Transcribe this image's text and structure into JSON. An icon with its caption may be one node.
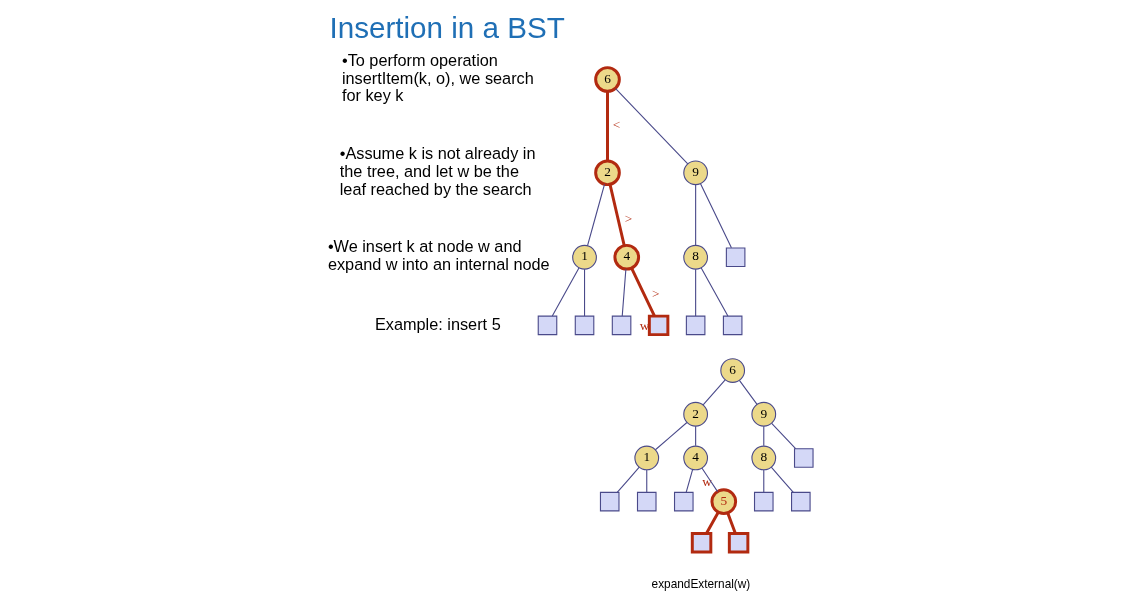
{
  "diagram": {
    "title": "Insertion in a BST",
    "nodes": [
      {
        "text": [
          "6"
        ]
      },
      {
        "text": [
          "2"
        ]
      },
      {
        "text": [
          "9"
        ]
      },
      {
        "text": [
          "1"
        ]
      },
      {
        "text": [
          "4"
        ]
      },
      {
        "text": [
          "8"
        ]
      },
      {
        "text": [],
        "shape": "box"
      },
      {
        "text": [],
        "shape": "box"
      },
      {
        "text": [],
        "shape": "box"
      },
      {
        "text": [],
        "shape": "box"
      },
      {
        "text": [],
        "shape": "box",
        "beside": [
          "w"
        ]
      },
      {
        "text": [],
        "shape": "box"
      },
      {
        "text": [],
        "shape": "box"
      },
      {
        "text": [
          "6"
        ]
      },
      {
        "text": [
          "2"
        ]
      },
      {
        "text": [
          "9"
        ]
      },
      {
        "text": [
          "1"
        ]
      },
      {
        "text": [
          "4"
        ]
      },
      {
        "text": [
          "8"
        ]
      },
      {
        "text": [],
        "shape": "box"
      },
      {
        "text": [],
        "shape": "box"
      },
      {
        "text": [],
        "shape": "box"
      },
      {
        "text": [],
        "shape": "box"
      },
      {
        "text": [
          "5"
        ],
        "beside": [
          "w"
        ]
      },
      {
        "text": [],
        "shape": "box"
      },
      {
        "text": [],
        "shape": "box"
      },
      {
        "text": [],
        "shape": "box"
      },
      {
        "text": [],
        "shape": "box"
      }
    ],
    "edges": [
      {
        "from": 0,
        "to": 1,
        "arrow": "none",
        "label": "<",
        "style": "thick",
        "color": "#b22a10"
      },
      {
        "from": 0,
        "to": 2,
        "arrow": "none"
      },
      {
        "from": 1,
        "to": 3,
        "arrow": "none"
      },
      {
        "from": 1,
        "to": 4,
        "arrow": "none",
        "label": ">",
        "style": "thick",
        "color": "#b22a10"
      },
      {
        "from": 2,
        "to": 5,
        "arrow": "none"
      },
      {
        "from": 2,
        "to": 6,
        "arrow": "none"
      },
      {
        "from": 3,
        "to": 7,
        "arrow": "none"
      },
      {
        "from": 3,
        "to": 8,
        "arrow": "none"
      },
      {
        "from": 4,
        "to": 9,
        "arrow": "none"
      },
      {
        "from": 4,
        "to": 10,
        "arrow": "none",
        "label": ">",
        "style": "thick",
        "color": "#b22a10"
      },
      {
        "from": 5,
        "to": 11,
        "arrow": "none"
      },
      {
        "from": 5,
        "to": 12,
        "arrow": "none"
      },
      {
        "from": 13,
        "to": 14,
        "arrow": "none"
      },
      {
        "from": 13,
        "to": 15,
        "arrow": "none"
      },
      {
        "from": 14,
        "to": 16,
        "arrow": "none"
      },
      {
        "from": 14,
        "to": 17,
        "arrow": "none"
      },
      {
        "from": 15,
        "to": 18,
        "arrow": "none"
      },
      {
        "from": 15,
        "to": 19,
        "arrow": "none"
      },
      {
        "from": 16,
        "to": 20,
        "arrow": "none"
      },
      {
        "from": 16,
        "to": 21,
        "arrow": "none"
      },
      {
        "from": 17,
        "to": 22,
        "arrow": "none"
      },
      {
        "from": 17,
        "to": 23,
        "arrow": "none"
      },
      {
        "from": 18,
        "to": 24,
        "arrow": "none"
      },
      {
        "from": 18,
        "to": 25,
        "arrow": "none"
      },
      {
        "from": 23,
        "to": 26,
        "arrow": "none",
        "style": "thick",
        "color": "#b22a10"
      },
      {
        "from": 23,
        "to": 27,
        "arrow": "none",
        "style": "thick",
        "color": "#b22a10"
      }
    ],
    "labels": [
      "•To perform operation insertItem(k, o), we search for key k",
      "•Assume k is not already in the tree, and let w be the leaf reached by the search",
      "•We insert k at node w and expand w into an internal node",
      "Example: insert 5",
      "expandExternal(w)"
    ]
  }
}
